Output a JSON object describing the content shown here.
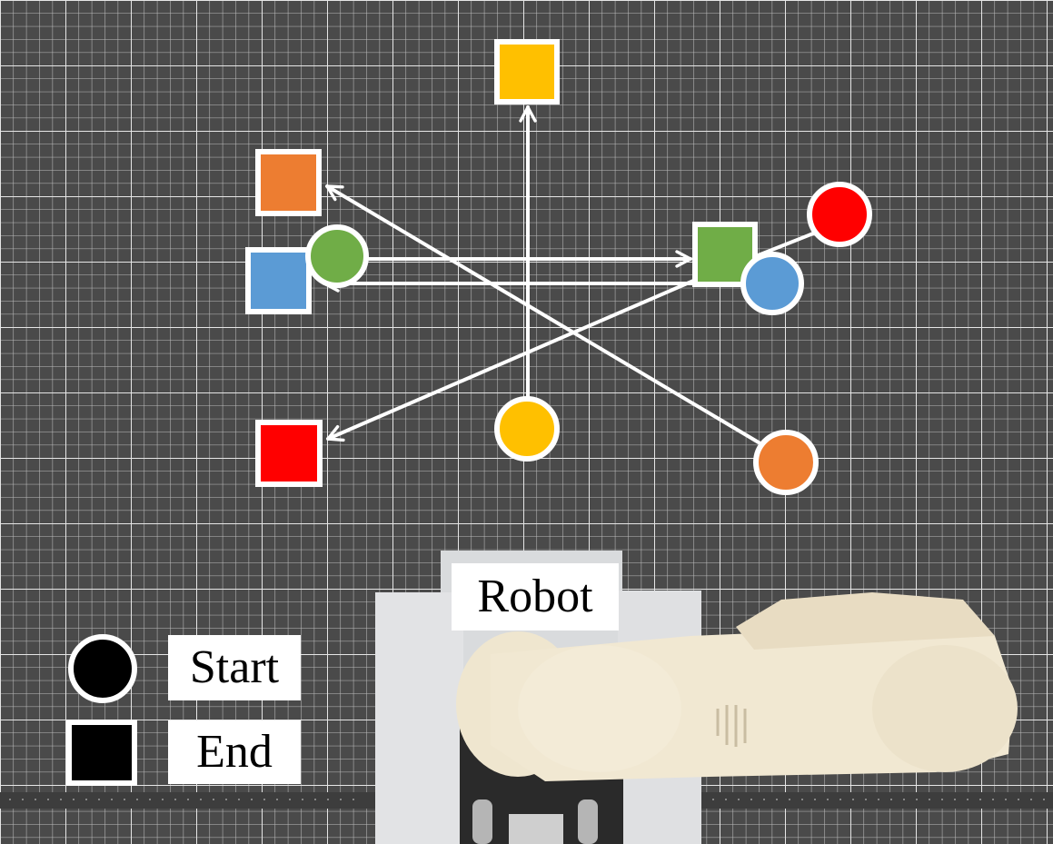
{
  "labels": {
    "robot": "Robot",
    "start": "Start",
    "end": "End"
  },
  "colors": {
    "yellow": "#FFC000",
    "orange": "#ED7D31",
    "green": "#70AD47",
    "blue": "#5B9BD5",
    "red": "#FF0000",
    "arrow": "#FFFFFF",
    "board": "#4a4a4a",
    "grid": "#d8d8d8"
  },
  "paths": [
    {
      "color": "yellow",
      "start": "yellow-circle",
      "end": "yellow-square"
    },
    {
      "color": "orange",
      "start": "orange-circle",
      "end": "orange-square"
    },
    {
      "color": "green",
      "start": "green-circle",
      "end": "green-square"
    },
    {
      "color": "blue",
      "start": "blue-circle",
      "end": "blue-square"
    },
    {
      "color": "red",
      "start": "red-circle",
      "end": "red-square"
    }
  ]
}
